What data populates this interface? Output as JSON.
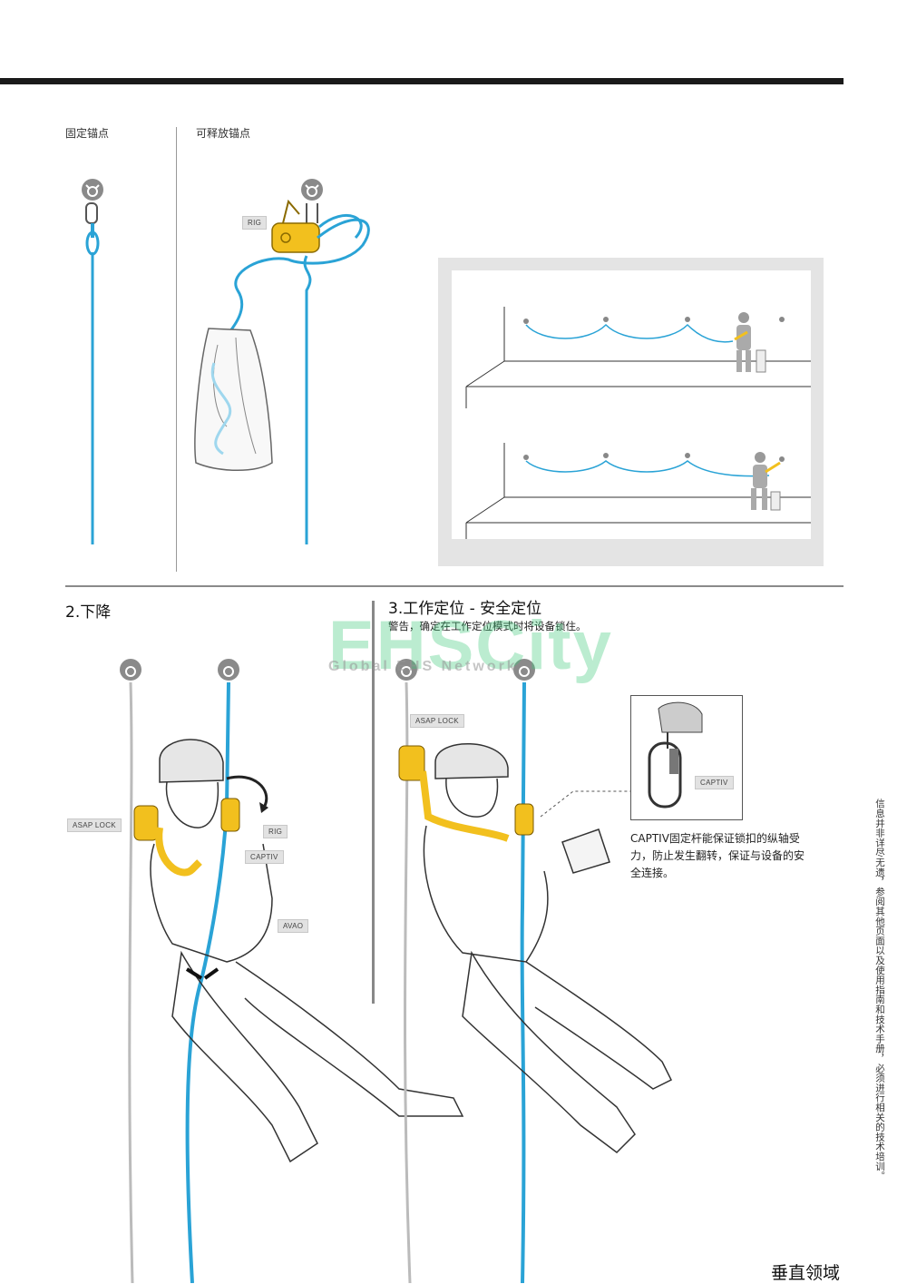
{
  "anchors": {
    "fixed_label": "固定锚点",
    "releasable_label": "可释放锚点"
  },
  "tags": {
    "rig_top": "RIG",
    "asap_lock_left": "ASAP LOCK",
    "rig_mid": "RIG",
    "captiv_mid": "CAPTIV",
    "avao": "AVAO",
    "asap_lock_right": "ASAP LOCK",
    "captiv_detail": "CAPTIV"
  },
  "sections": {
    "descent_title": "2.下降",
    "work_title": "3.工作定位 - 安全定位",
    "warning": "警告，确定在工作定位模式时将设备锁住。"
  },
  "captiv_note": "CAPTIV固定杆能保证锁扣的纵轴受力，防止发生翻转，保证与设备的安全连接。",
  "side_note": "信息并非详尽无遗，参阅其他页面以及使用指南和技术手册，必须进行相关的技术培训。",
  "footer": "垂直领域",
  "watermark": {
    "brand": "EHSCity",
    "tagline": "Global EHS Network"
  },
  "colors": {
    "rope_blue": "#2aa3d6",
    "device_yellow": "#f2c01e",
    "watermark_green": "#3cc878"
  }
}
